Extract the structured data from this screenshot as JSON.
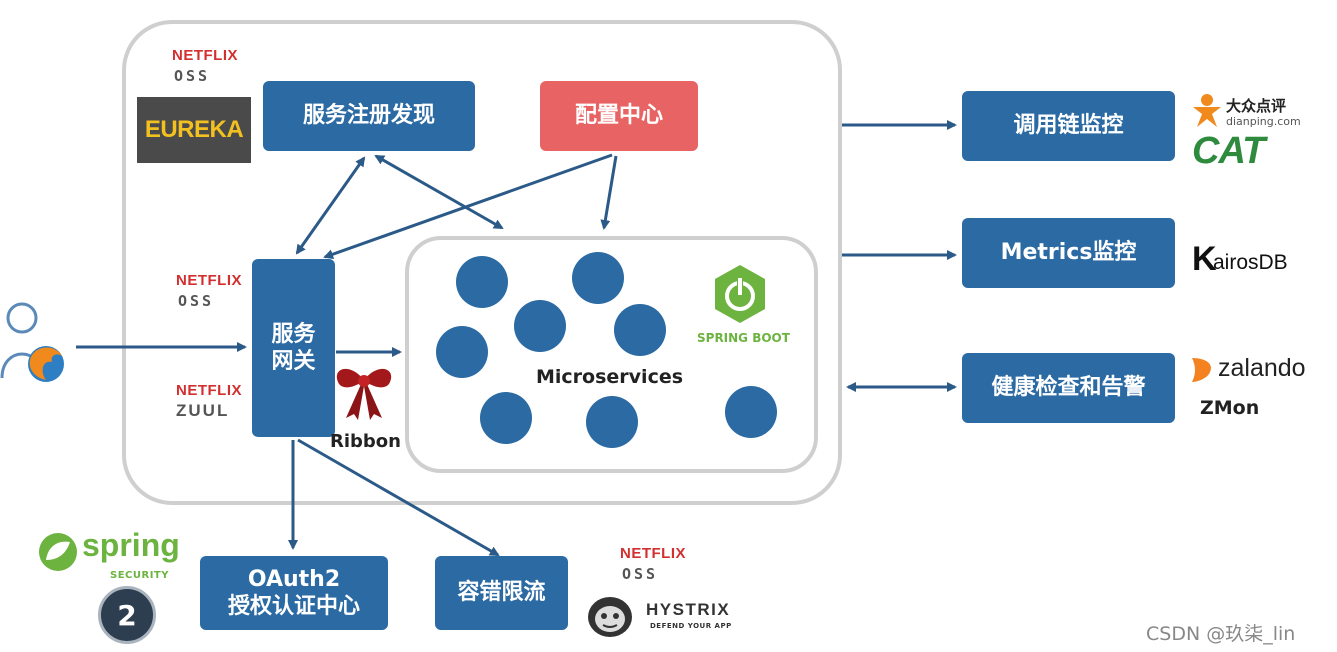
{
  "boxes": {
    "registry": "服务注册发现",
    "config": "配置中心",
    "gateway": "服务\n网关",
    "oauth": "OAuth2\n授权认证中心",
    "fault": "容错限流",
    "tracing": "调用链监控",
    "metrics": "Metrics监控",
    "health": "健康检查和告警"
  },
  "labels": {
    "microservices": "Microservices",
    "ribbon": "Ribbon",
    "spring_boot": "SPRING BOOT",
    "zmon": "ZMon"
  },
  "logos": {
    "netflix": "NETFLIX",
    "oss": "OSS",
    "eureka": "EUREKA",
    "zuul": "ZUUL",
    "spring": "spring",
    "security": "SECURITY",
    "oauth_badge": "2",
    "hystrix": "HYSTRIX",
    "hystrix_sub": "DEFEND YOUR APP",
    "dianping": "大众点评",
    "dianping_url": "dianping.com",
    "cat": "CAT",
    "kairos": "airosDB",
    "kairos_k": "K",
    "zalando": "zalando"
  },
  "watermark": "CSDN @玖柒_lin",
  "colors": {
    "box_blue": "#2b6aa3",
    "config_red": "#e86464",
    "arrow": "#2b5a88",
    "netflix_red": "#d32f2f",
    "spring_green": "#6db33f"
  }
}
